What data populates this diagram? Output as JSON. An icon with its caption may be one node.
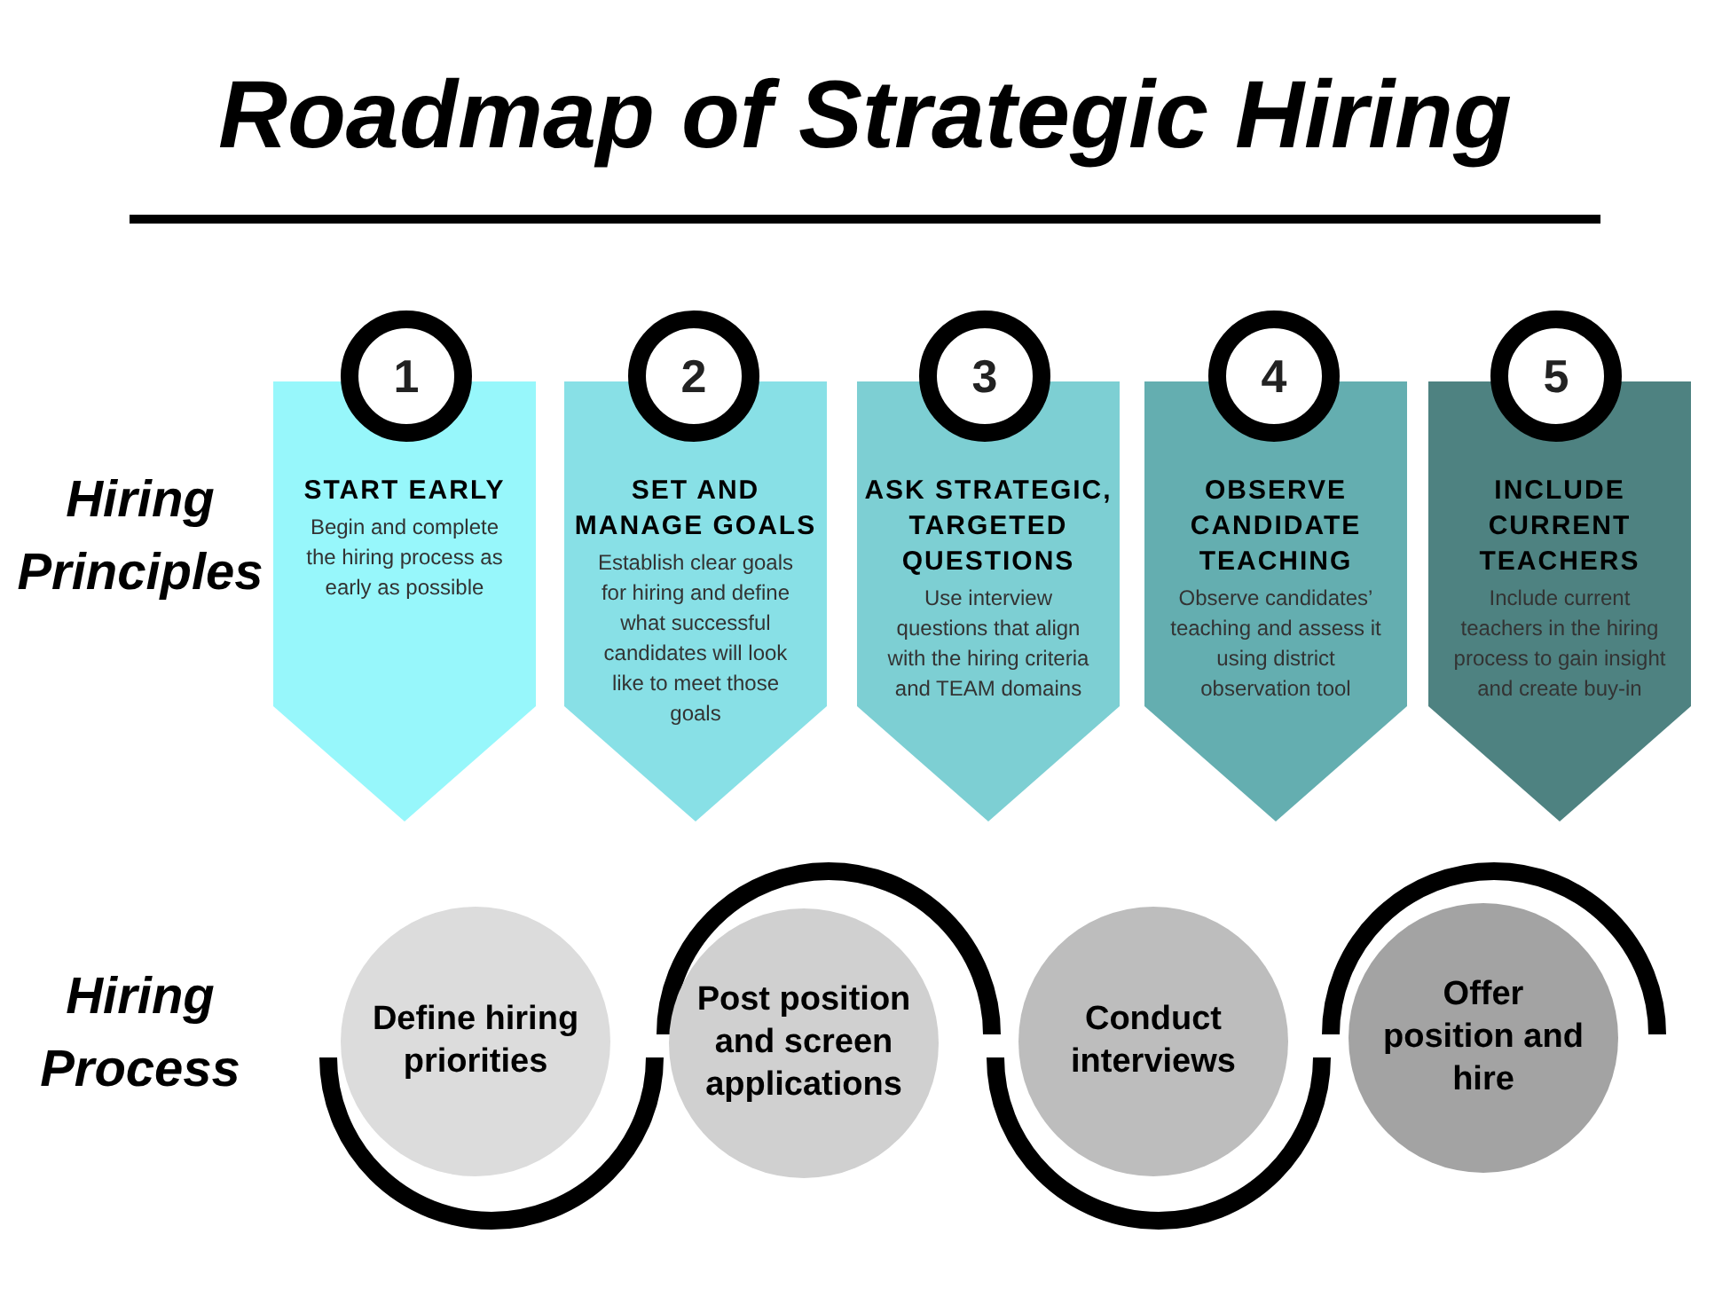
{
  "diagram": {
    "title": "Roadmap of Strategic Hiring",
    "nodes": [
      {
        "text": [
          "1"
        ]
      },
      {
        "text": [
          "START EARLY",
          "Begin and complete the hiring process as early as possible"
        ]
      },
      {
        "text": [
          "2"
        ]
      },
      {
        "text": [
          "SET AND MANAGE GOALS",
          "Establish clear goals for hiring and define what successful candidates will look like to meet those goals"
        ]
      },
      {
        "text": [
          "3"
        ]
      },
      {
        "text": [
          "ASK STRATEGIC, TARGETED QUESTIONS",
          "Use interview questions that align with the hiring criteria and TEAM domains"
        ]
      },
      {
        "text": [
          "4"
        ]
      },
      {
        "text": [
          "OBSERVE CANDIDATE TEACHING",
          "Observe candidates’ teaching and assess it using district observation tool"
        ]
      },
      {
        "text": [
          "5"
        ]
      },
      {
        "text": [
          "INCLUDE CURRENT TEACHERS",
          "Include current teachers in the hiring process to gain insight and create buy-in"
        ]
      },
      {
        "text": [
          "Define hiring priorities"
        ]
      },
      {
        "text": [
          "Post position and screen applications"
        ]
      },
      {
        "text": [
          "Conduct interviews"
        ]
      },
      {
        "text": [
          "Offer position and hire"
        ]
      }
    ],
    "labels": [
      "Hiring Principles",
      "Hiring Process"
    ]
  }
}
